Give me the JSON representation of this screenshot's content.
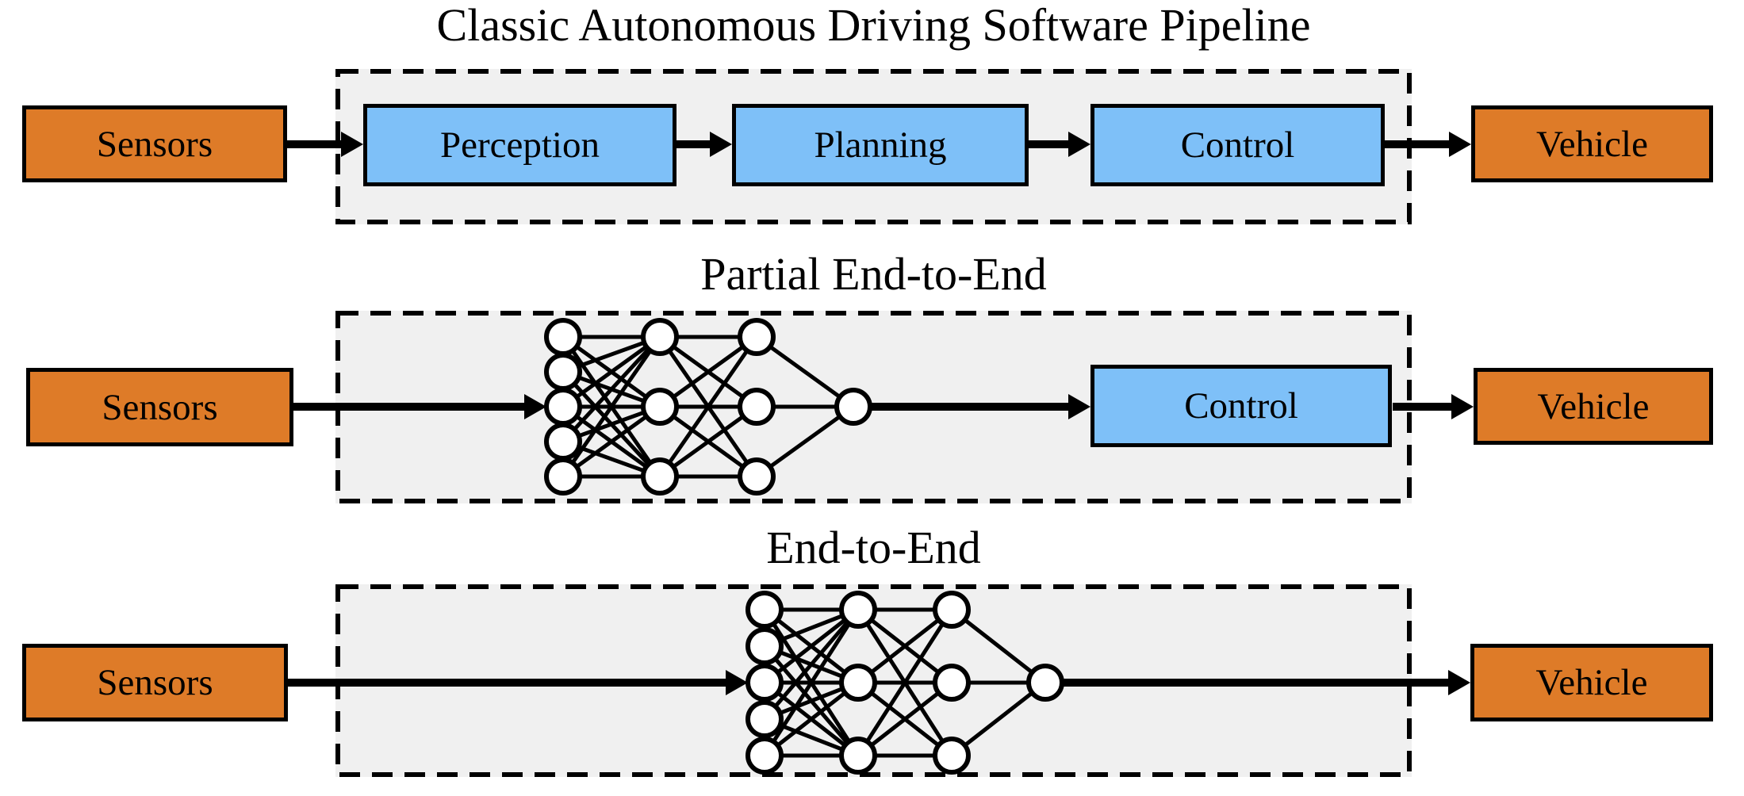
{
  "diagram": {
    "colors": {
      "endpoint_box": "#DE7B28",
      "module_box": "#7EC0F8",
      "container_fill": "#F0F0F0",
      "line": "#000000"
    },
    "rows": [
      {
        "title": "Classic Autonomous Driving Software Pipeline",
        "source": "Sensors",
        "modules": [
          "Perception",
          "Planning",
          "Control"
        ],
        "target": "Vehicle",
        "neural_network": null
      },
      {
        "title": "Partial End-to-End",
        "source": "Sensors",
        "modules": [
          "Control"
        ],
        "target": "Vehicle",
        "neural_network": {
          "layers": [
            5,
            3,
            3,
            1
          ]
        }
      },
      {
        "title": "End-to-End",
        "source": "Sensors",
        "modules": [],
        "target": "Vehicle",
        "neural_network": {
          "layers": [
            5,
            3,
            3,
            1
          ]
        }
      }
    ]
  }
}
